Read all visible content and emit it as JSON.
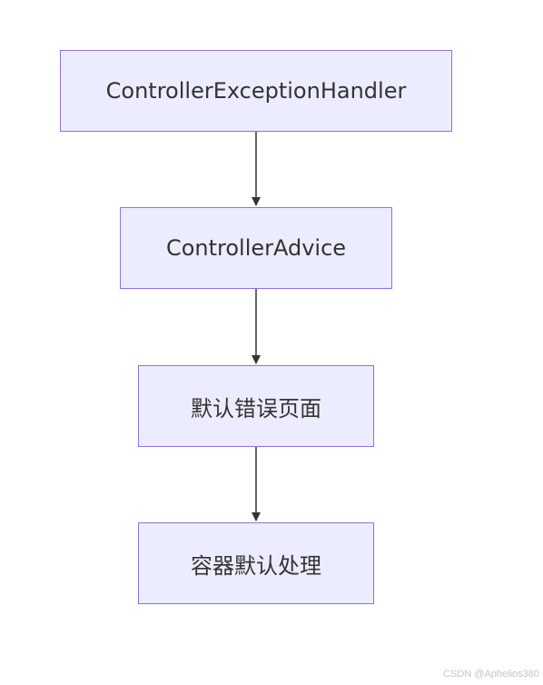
{
  "nodes": [
    {
      "label": "ControllerExceptionHandler"
    },
    {
      "label": "ControllerAdvice"
    },
    {
      "label": "默认错误页面"
    },
    {
      "label": "容器默认处理"
    }
  ],
  "edges": [
    {
      "from": 0,
      "to": 1
    },
    {
      "from": 1,
      "to": 2
    },
    {
      "from": 2,
      "to": 3
    }
  ],
  "watermark": "CSDN @Aphelios380",
  "colors": {
    "node_fill": "#ECECFF",
    "node_stroke": "#9370DB",
    "text": "#333333",
    "edge": "#333333"
  }
}
